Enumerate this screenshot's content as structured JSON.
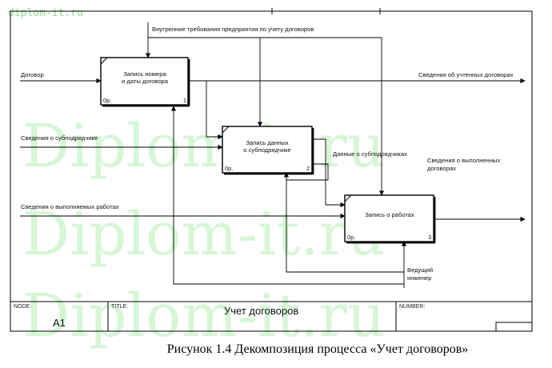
{
  "watermark": {
    "site_small": "diplom-it.ru",
    "big": "Diplom-it.ru"
  },
  "boxes": [
    {
      "line1": "Запись номера",
      "line2": "и даты договора",
      "cost": "0р.",
      "num": "1"
    },
    {
      "line1": "Запись данных",
      "line2": "о субподрядчике",
      "cost": "0р.",
      "num": "2"
    },
    {
      "line1": "Запись о работах",
      "line2": "",
      "cost": "0р.",
      "num": "3"
    }
  ],
  "arrows": {
    "control_top": "Внутренние требования предприятия по учету договоров",
    "input_contract": "Договор",
    "input_subcontractor": "Сведения о субподрядчике",
    "input_works": "Сведения о выполняемых работах",
    "output_accounted": "Сведения об учтенных договорах",
    "output_sub_data": "Данные о субподрядчиках",
    "output_done_1": "Сведения о выполненных",
    "output_done_2": "договорах",
    "mechanism_1": "Ведущий",
    "mechanism_2": "инженер"
  },
  "footer": {
    "node_label": "NODE:",
    "node_value": "A1",
    "title_label": "TITLE:",
    "title_value": "Учет договоров",
    "number_label": "NUMBER:"
  },
  "caption": "Рисунок 1.4 Декомпозиция процесса «Учет договоров»"
}
